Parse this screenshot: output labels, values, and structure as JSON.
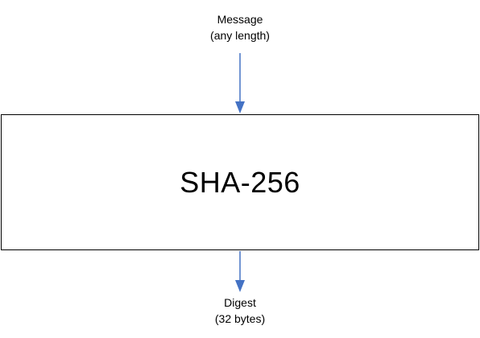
{
  "diagram": {
    "input": {
      "title": "Message",
      "subtitle": "(any length)"
    },
    "process": {
      "name": "SHA-256"
    },
    "output": {
      "title": "Digest",
      "subtitle": "(32 bytes)"
    },
    "arrow_color": "#4472C4",
    "box_border_color": "#000000"
  }
}
